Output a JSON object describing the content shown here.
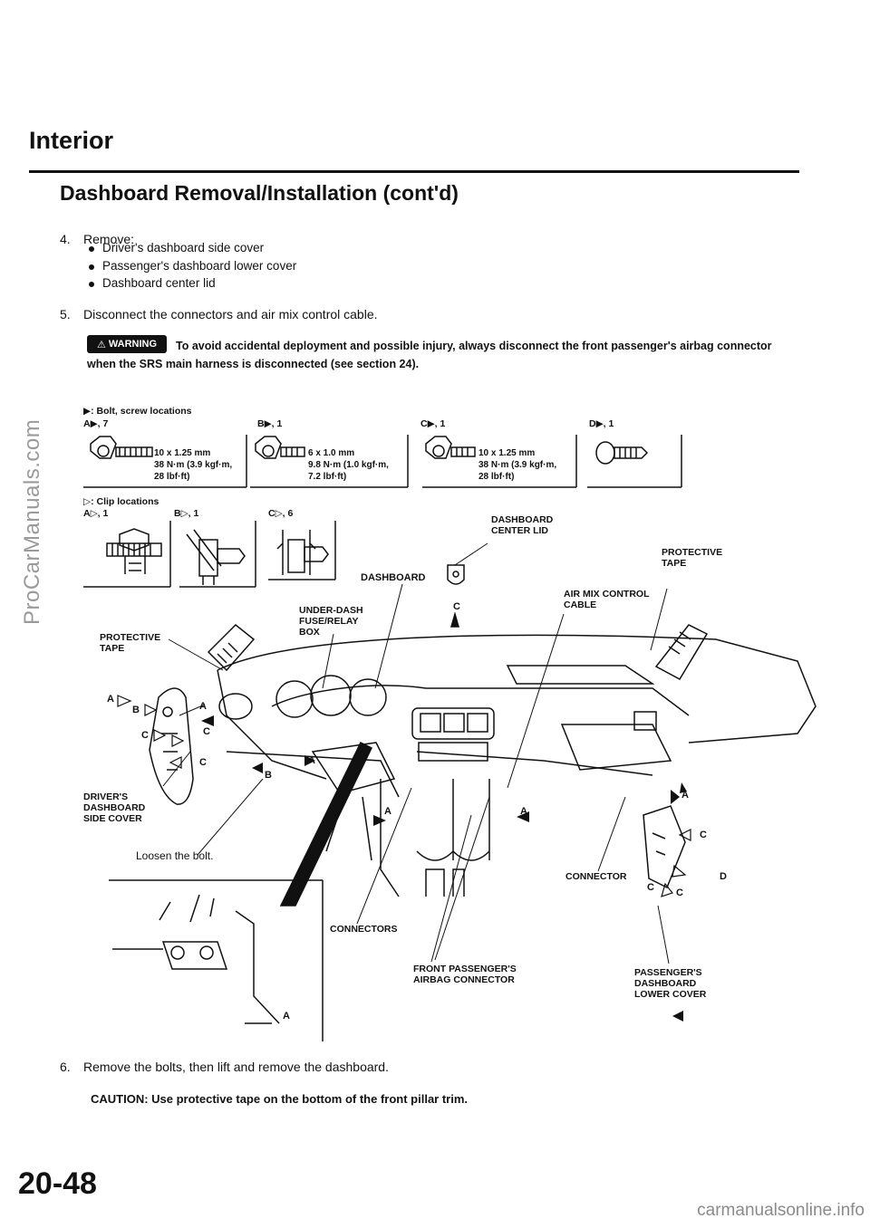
{
  "watermark_side": "ProCarManuals.com",
  "header": {
    "section_title": "Interior",
    "subtitle": "Dashboard Removal/Installation (cont'd)"
  },
  "steps": {
    "step4": {
      "num": "4.",
      "text": "Remove:",
      "bullets": [
        "Driver's dashboard side cover",
        "Passenger's dashboard lower cover",
        "Dashboard center lid"
      ]
    },
    "step5": {
      "num": "5.",
      "text": "Disconnect the connectors and air mix control cable."
    },
    "step6": {
      "num": "6.",
      "text": "Remove the bolts, then lift and remove the dashboard."
    }
  },
  "warning": {
    "badge_label": "WARNING",
    "text": "To avoid accidental deployment and possible injury, always disconnect the front passenger's airbag connector when the SRS main harness is disconnected (see section 24)."
  },
  "legend": {
    "bolt_title": "▶: Bolt, screw locations",
    "bolt_a": "A▶, 7",
    "bolt_b": "B▶, 1",
    "bolt_c": "C▶, 1",
    "bolt_d": "D▶, 1",
    "spec_a": [
      "10 x 1.25 mm",
      "38 N·m (3.9 kgf·m,",
      "28 lbf·ft)"
    ],
    "spec_b": [
      "6 x 1.0 mm",
      "9.8 N·m (1.0 kgf·m,",
      "7.2 lbf·ft)"
    ],
    "spec_c": [
      "10 x 1.25 mm",
      "38 N·m (3.9 kgf·m,",
      "28 lbf·ft)"
    ],
    "clip_title": "▷: Clip locations",
    "clip_a": "A▷, 1",
    "clip_b": "B▷, 1",
    "clip_c": "C▷, 6"
  },
  "callouts": {
    "dashboard_center_lid": [
      "DASHBOARD",
      "CENTER LID"
    ],
    "protective_tape_right": [
      "PROTECTIVE",
      "TAPE"
    ],
    "dashboard": "DASHBOARD",
    "air_mix_cable": [
      "AIR MIX CONTROL",
      "CABLE"
    ],
    "under_dash_box": [
      "UNDER-DASH",
      "FUSE/RELAY",
      "BOX"
    ],
    "protective_tape_left": [
      "PROTECTIVE",
      "TAPE"
    ],
    "drivers_side_cover": [
      "DRIVER'S",
      "DASHBOARD",
      "SIDE COVER"
    ],
    "loosen": "Loosen the bolt.",
    "connector": "CONNECTOR",
    "connectors": "CONNECTORS",
    "front_airbag_connector": [
      "FRONT PASSENGER'S",
      "AIRBAG CONNECTOR"
    ],
    "passengers_lower_cover": [
      "PASSENGER'S",
      "DASHBOARD",
      "LOWER COVER"
    ]
  },
  "diagram_letters": {
    "c_lid": "C",
    "left_a": "A",
    "left_b": "B",
    "left_c": "C",
    "left_a2": "A",
    "left_c2": "C",
    "left_c3": "C",
    "mid_a": "A",
    "mid_b": "B",
    "center_a": "A",
    "center_a2": "A",
    "right_a": "A",
    "right_c": "C",
    "right_d": "D",
    "right_c2": "C",
    "right_c3": "C",
    "inset_a": "A"
  },
  "caution": "CAUTION:  Use protective tape on the bottom of the front pillar trim.",
  "page_number": "20-48",
  "watermark_bottom": "carmanualsonline.info"
}
